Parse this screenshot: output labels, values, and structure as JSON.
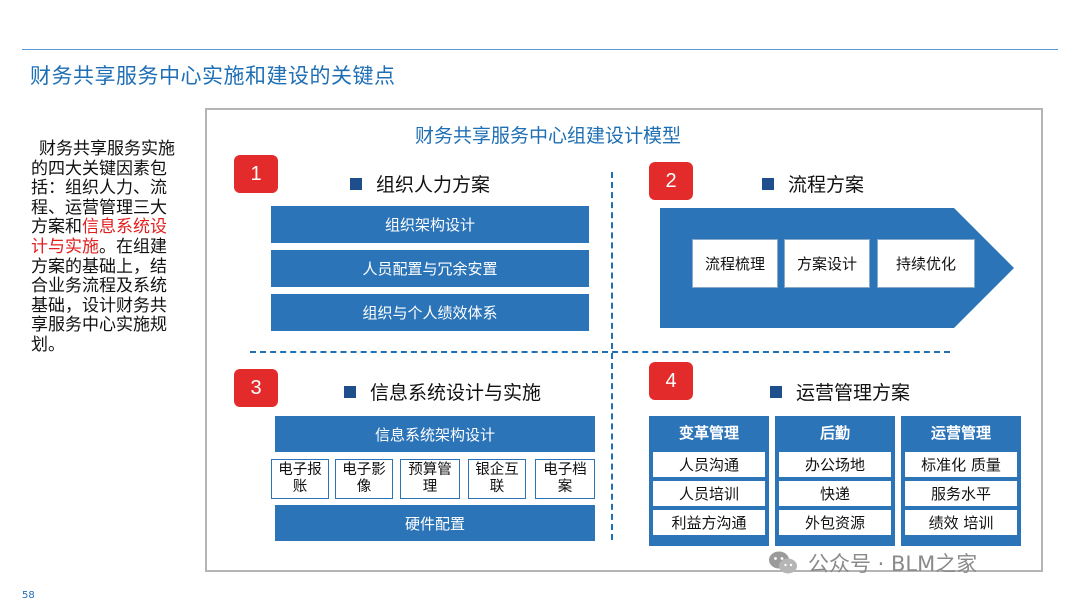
{
  "slide": {
    "title": "财务共享服务中心实施和建设的关键点",
    "page_number": "58"
  },
  "sidebar": {
    "text_before": "财务共享服务实施的四大关键因素包括：组织人力、流程、运营管理三大方案和",
    "text_highlight": "信息系统设计与实施",
    "text_after": "。在组建方案的基础上，结合业务流程及系统基础，设计财务共享服务中心实施规划。",
    "highlight_color": "#e02020"
  },
  "model": {
    "title": "财务共享服务中心组建设计模型",
    "accent_color": "#2b74b8",
    "badge_color": "#e32b2b"
  },
  "sections": {
    "org": {
      "number": "1",
      "title": "组织人力方案",
      "items": [
        "组织架构设计",
        "人员配置与冗余安置",
        "组织与个人绩效体系"
      ]
    },
    "process": {
      "number": "2",
      "title": "流程方案",
      "steps": [
        "流程梳理",
        "方案设计",
        "持续优化"
      ]
    },
    "system": {
      "number": "3",
      "title": "信息系统设计与实施",
      "top": "信息系统架构设计",
      "modules": [
        "电子报账",
        "电子影像",
        "预算管理",
        "银企互联",
        "电子档案"
      ],
      "bottom": "硬件配置"
    },
    "ops": {
      "number": "4",
      "title": "运营管理方案",
      "columns": [
        {
          "head": "变革管理",
          "cells": [
            "人员沟通",
            "人员培训",
            "利益方沟通"
          ]
        },
        {
          "head": "后勤",
          "cells": [
            "办公场地",
            "快递",
            "外包资源"
          ]
        },
        {
          "head": "运营管理",
          "cells": [
            "标准化 质量",
            "服务水平",
            "绩效 培训"
          ]
        }
      ]
    }
  },
  "watermark": {
    "text": "公众号 · BLM之家",
    "icon": "wechat-icon"
  }
}
